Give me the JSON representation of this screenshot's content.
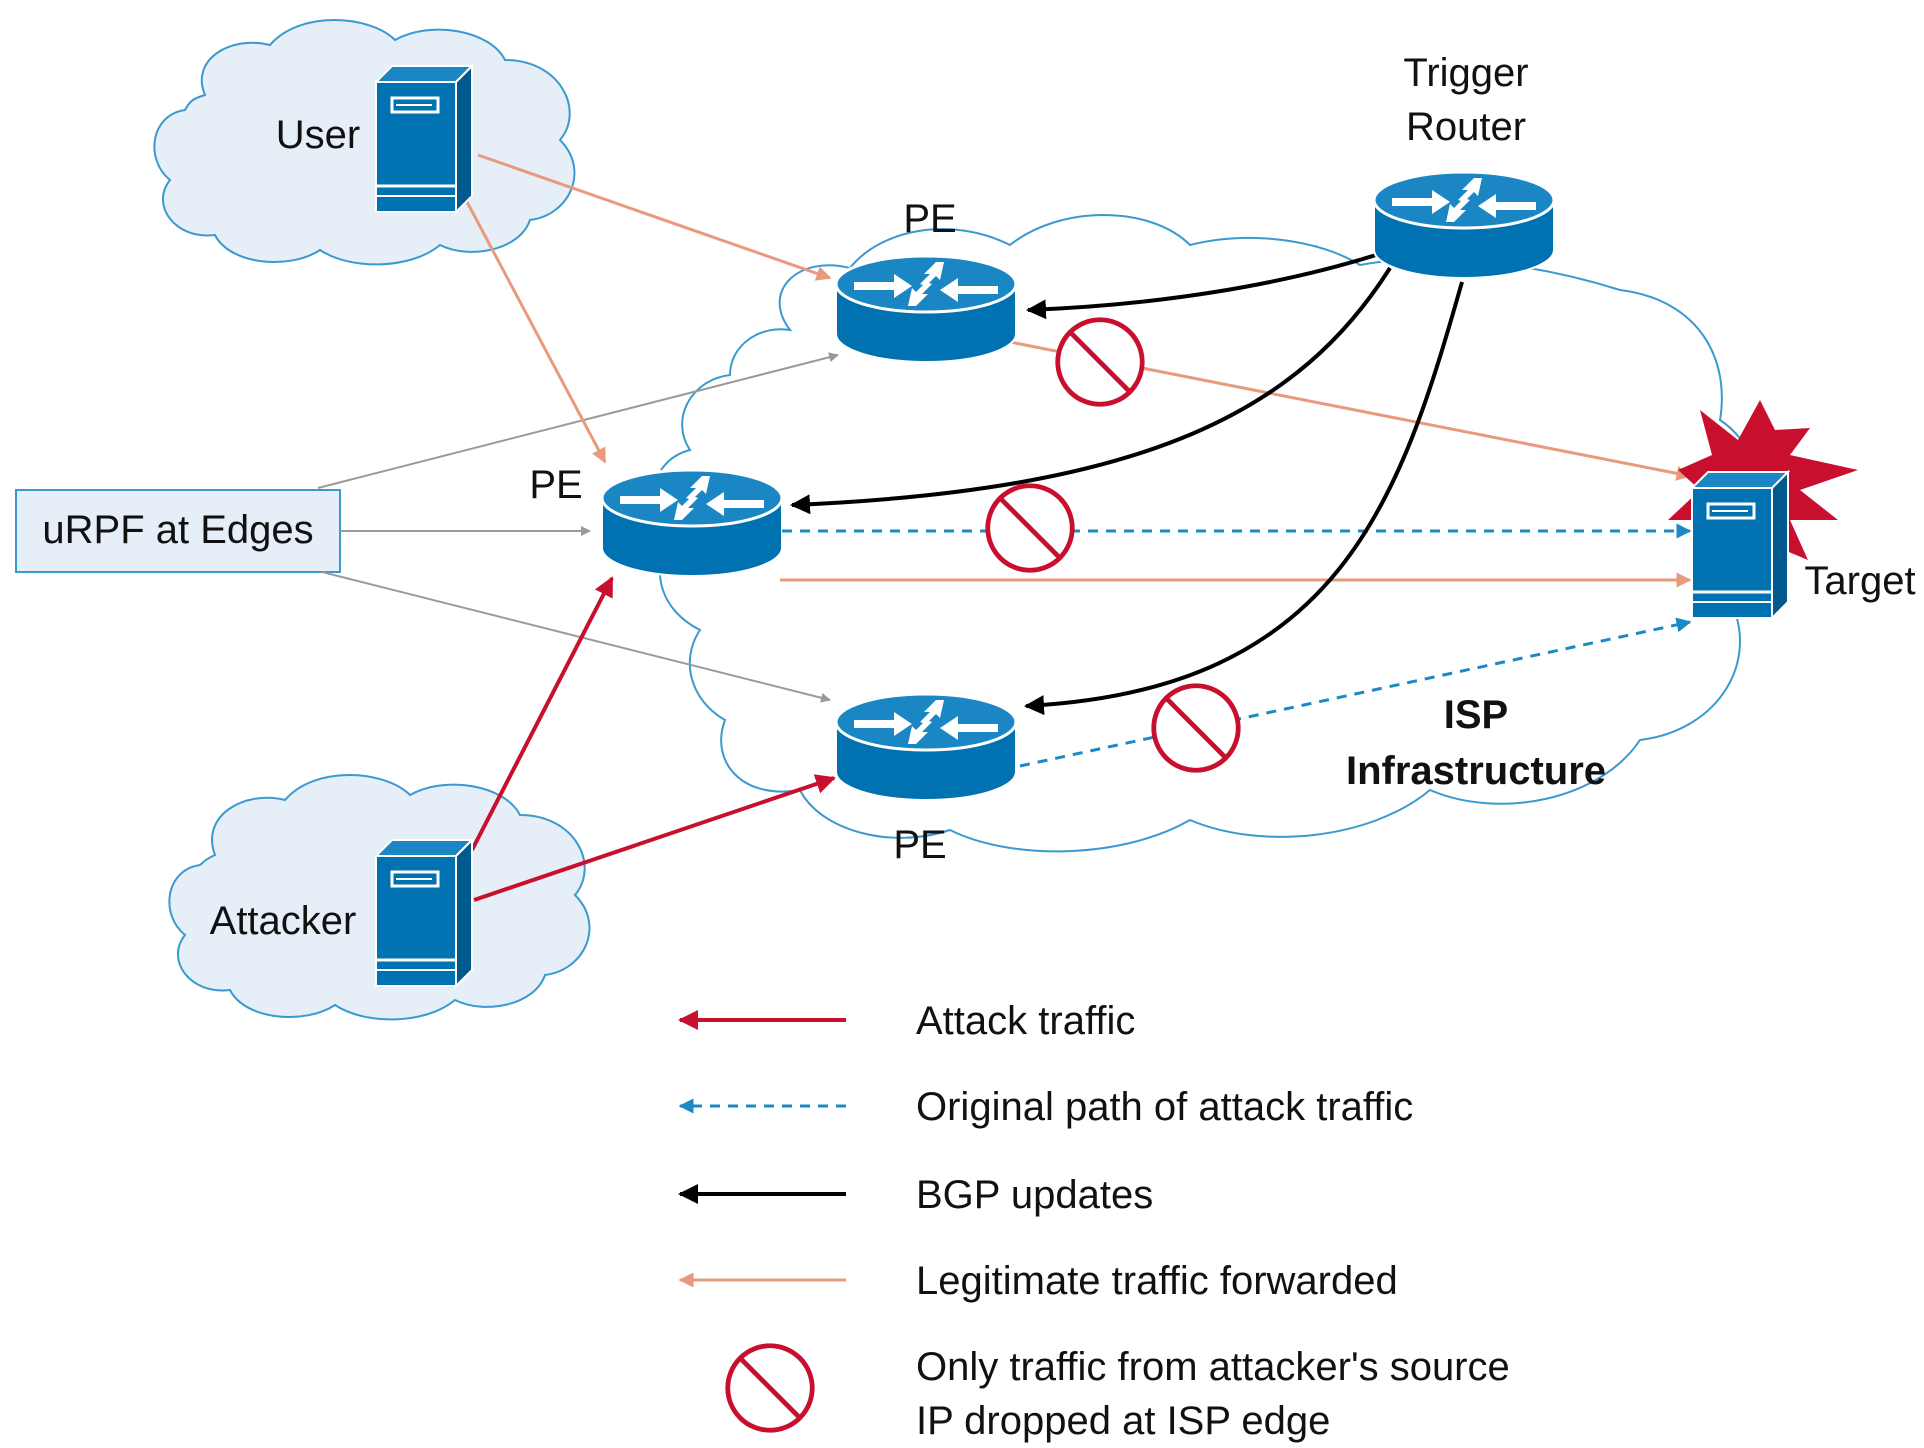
{
  "labels": {
    "user": "User",
    "attacker": "Attacker",
    "trigger_router_line1": "Trigger",
    "trigger_router_line2": "Router",
    "pe_top": "PE",
    "pe_middle": "PE",
    "pe_bottom": "PE",
    "target": "Target",
    "urpf": "uRPF at Edges",
    "isp_line1": "ISP",
    "isp_line2": "Infrastructure"
  },
  "legend": {
    "attack_traffic": "Attack traffic",
    "original_path": "Original path of attack traffic",
    "bgp_updates": "BGP updates",
    "legitimate_traffic": "Legitimate traffic forwarded",
    "dropped_line1": "Only traffic from attacker's source",
    "dropped_line2": "IP dropped at ISP edge"
  },
  "colors": {
    "attack": "#c8102e",
    "original_path": "#1a8ac4",
    "bgp": "#000000",
    "legitimate": "#e89a7c",
    "urpf_gray": "#9a9a9a",
    "cloud_fill": "#e6eef8",
    "cloud_stroke": "#3a9ad0",
    "device_blue": "#0072b2",
    "no_symbol": "#c8102e",
    "starburst": "#c8102e"
  },
  "icons": {
    "router": "router-icon",
    "server": "server-icon",
    "no_entry": "no-entry-icon",
    "explosion": "starburst-icon",
    "cloud": "cloud-icon"
  }
}
